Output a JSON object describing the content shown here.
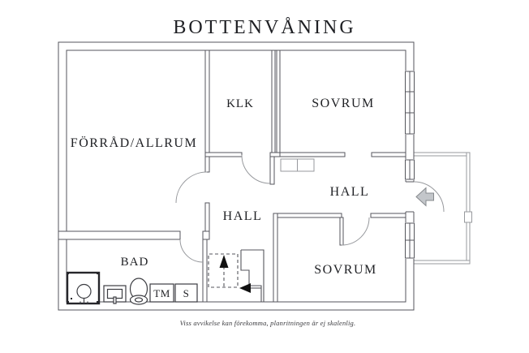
{
  "title": "BOTTENVÅNING",
  "disclaimer": "Viss avvikelse kan förekomma, planritningen är ej skalenlig.",
  "rooms": {
    "forrad_allrum": {
      "label": "FÖRRÅD/ALLRUM"
    },
    "klk": {
      "label": "KLK"
    },
    "sovrum_top": {
      "label": "SOVRUM"
    },
    "hall_right": {
      "label": "HALL"
    },
    "hall_left": {
      "label": "HALL"
    },
    "sovrum_bottom": {
      "label": "SOVRUM"
    },
    "bad": {
      "label": "BAD"
    }
  },
  "fixtures": {
    "tm_label": "TM",
    "s_label": "S",
    "shower_icon": "shower-tray",
    "sink_icon": "sink",
    "toilet_icon": "toilet"
  },
  "entrance": {
    "arrow_icon": "arrow-left",
    "fill": "#c3c6ca"
  },
  "stairs": {
    "up_icon": "arrow-up",
    "run_icon": "arrow-left"
  },
  "colors": {
    "wall_line": "#55565c",
    "thin_line": "#97999d",
    "text": "#1f2024",
    "arrow_fill": "#c3c6ca"
  }
}
